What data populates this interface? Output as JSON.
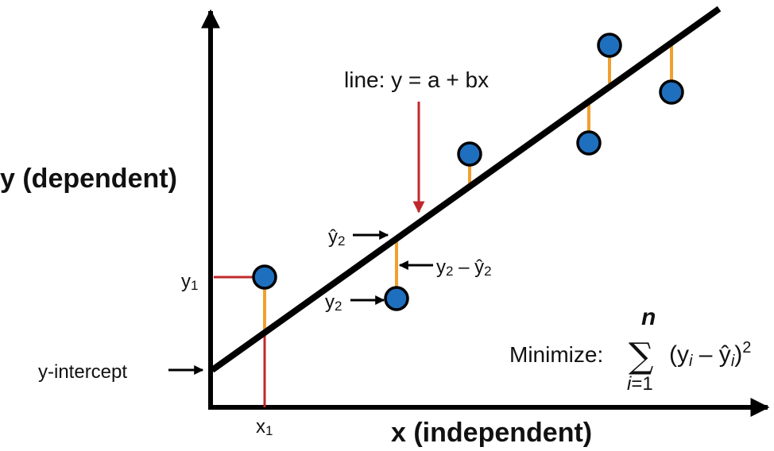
{
  "labels": {
    "y_axis": "y (dependent)",
    "x_axis": "x (independent)",
    "line": "line: y = a + bx",
    "y_intercept": "y-intercept",
    "y1": "y",
    "y1_sub": "1",
    "x1": "x",
    "x1_sub": "1",
    "yhat2": "ŷ",
    "yhat2_sub": "2",
    "y2": "y",
    "y2_sub": "2",
    "residual_y": "y",
    "residual_y_sub": "2",
    "residual_minus": " – ",
    "residual_yhat": "ŷ",
    "residual_yhat_sub": "2"
  },
  "formula": {
    "prefix": "Minimize:",
    "upper": "n",
    "sigma": "∑",
    "lower_i": "i",
    "lower_eq": "=1",
    "open": "(y",
    "sub_i1": "i",
    "minus": " – ŷ",
    "sub_i2": "i",
    "close": ")",
    "power": "2"
  },
  "colors": {
    "point": "#1f6fbf",
    "residual": "#f0a030",
    "guide": "#c0282d",
    "line": "#000000"
  }
}
